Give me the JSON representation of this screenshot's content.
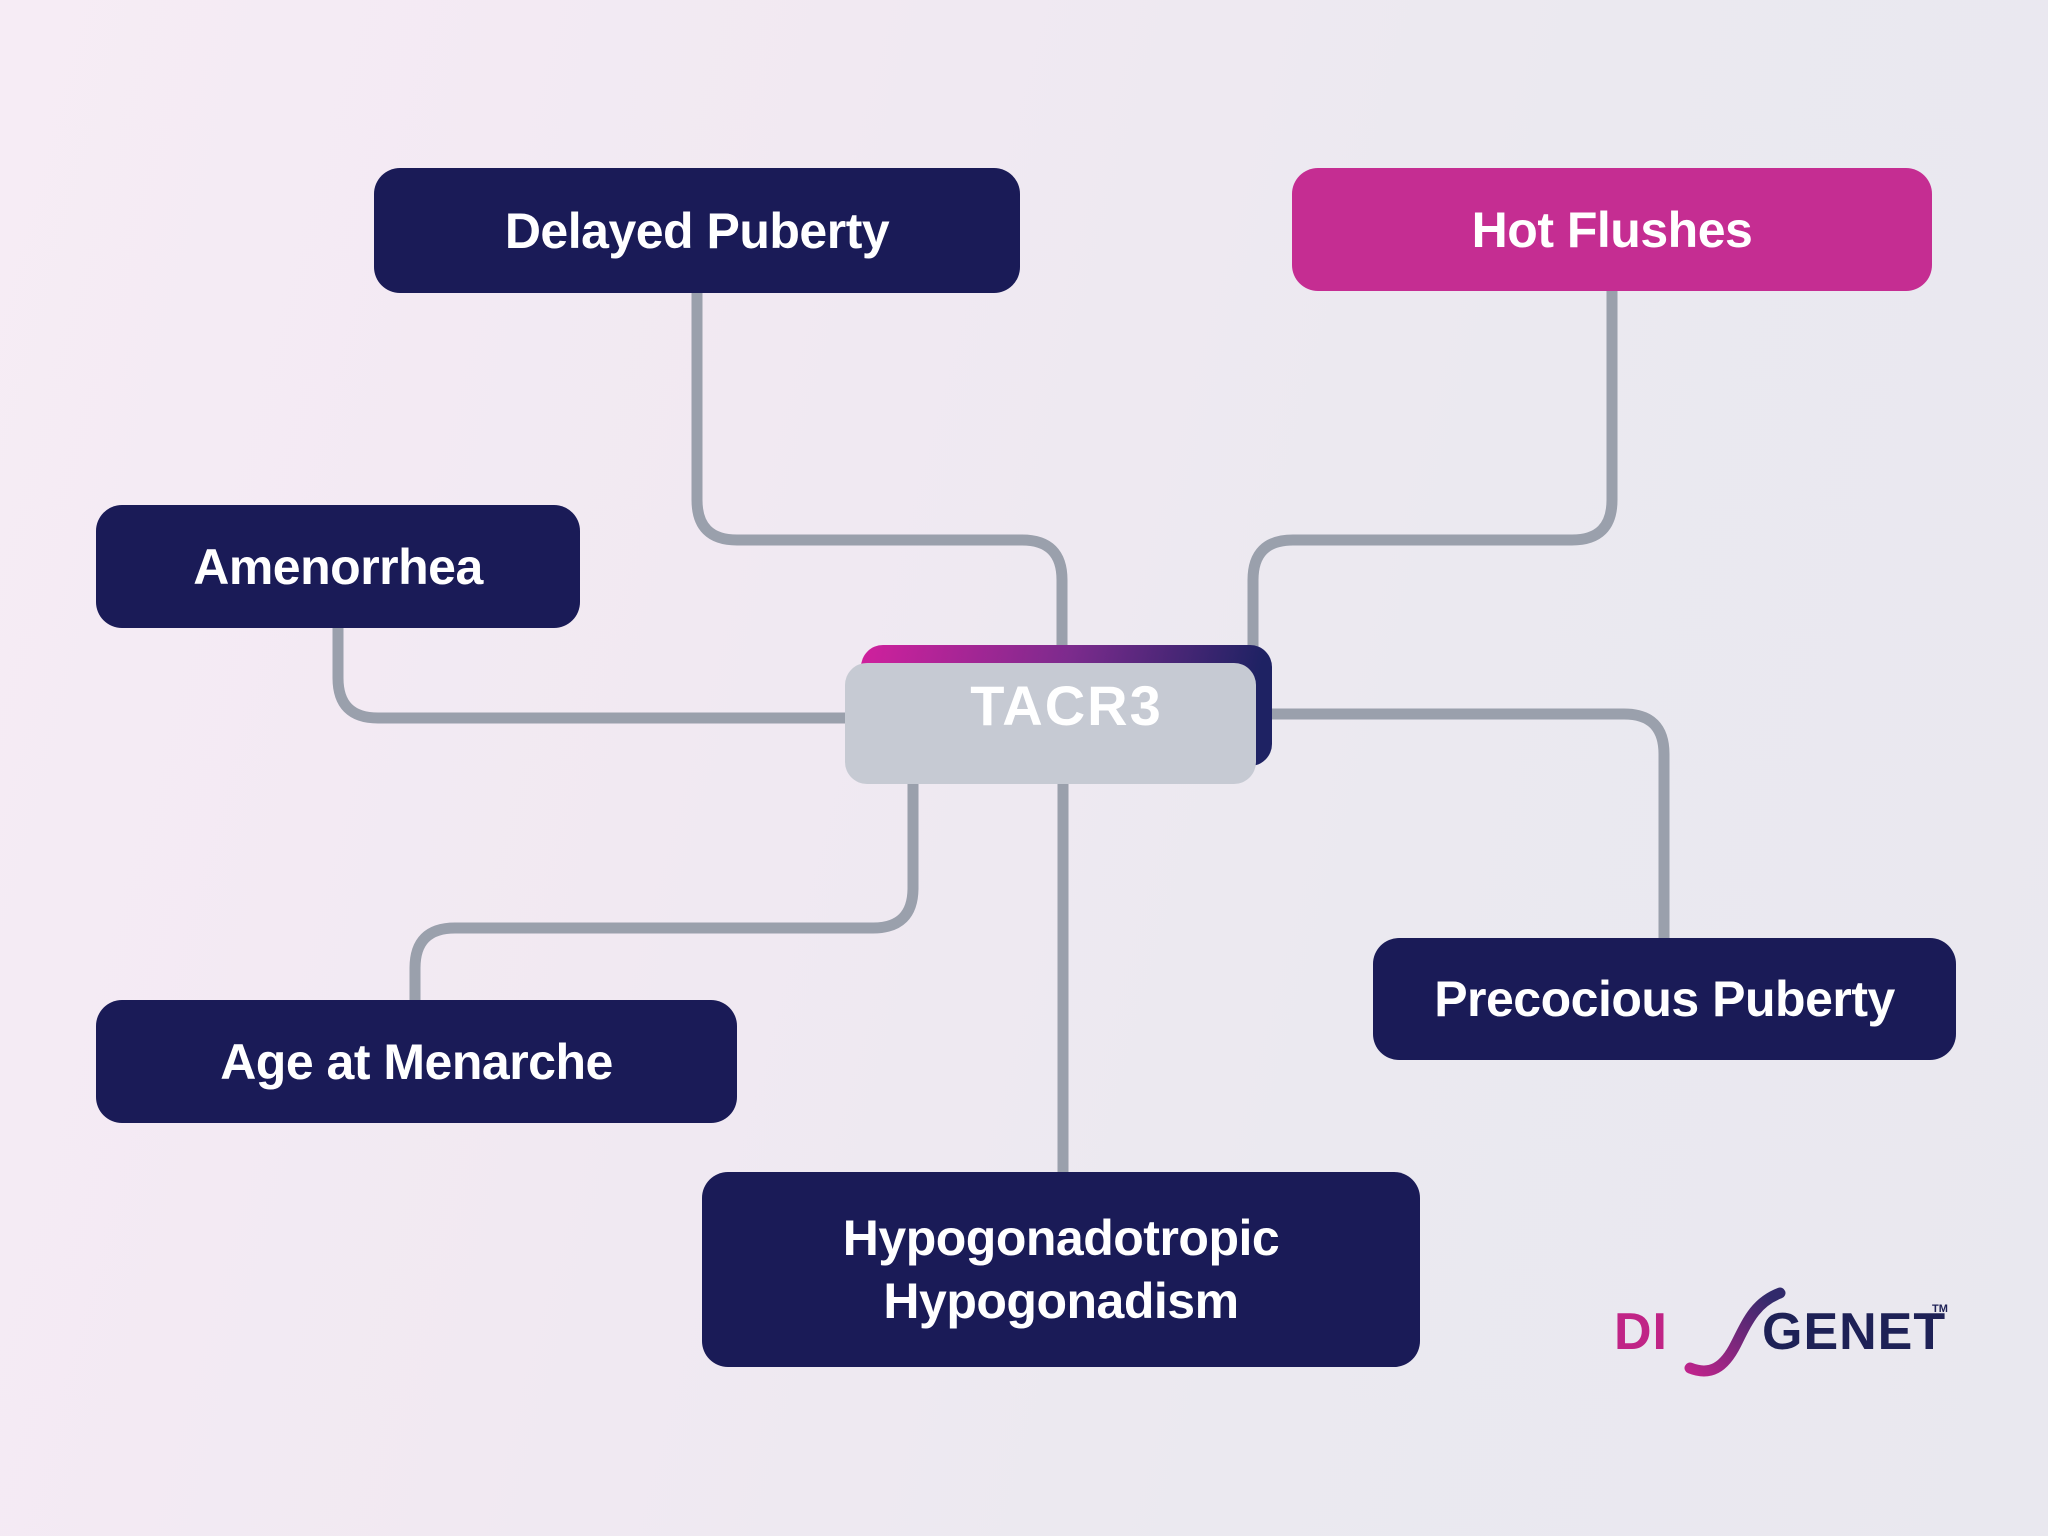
{
  "diagram": {
    "connector_color": "#9aa0ac",
    "shadow_color": "#c6cad3",
    "center_node": {
      "label": "TACR3",
      "gradient_from": "#d0209d",
      "gradient_mid": "#7c2b8d",
      "gradient_to": "#1e2263",
      "text_color": "#ffffff"
    },
    "nodes": {
      "delayed_puberty": {
        "label": "Delayed Puberty",
        "color": "#1a1b57"
      },
      "hot_flushes": {
        "label": "Hot Flushes",
        "color": "#c52d92"
      },
      "amenorrhea": {
        "label": "Amenorrhea",
        "color": "#1a1b57"
      },
      "age_at_menarche": {
        "label": "Age at Menarche",
        "color": "#1a1b57"
      },
      "precocious_puberty": {
        "label": "Precocious Puberty",
        "color": "#1a1b57"
      },
      "hypogonadotropic_hypogonadism": {
        "label": "Hypogonadotropic Hypogonadism",
        "color": "#1a1b57"
      }
    }
  },
  "logo": {
    "di": "DI",
    "genet": "GENET",
    "trademark": "TM",
    "pink": "#c02486",
    "navy": "#1e2156",
    "swoosh_top": "#312a6b",
    "swoosh_bottom": "#c0248c"
  }
}
